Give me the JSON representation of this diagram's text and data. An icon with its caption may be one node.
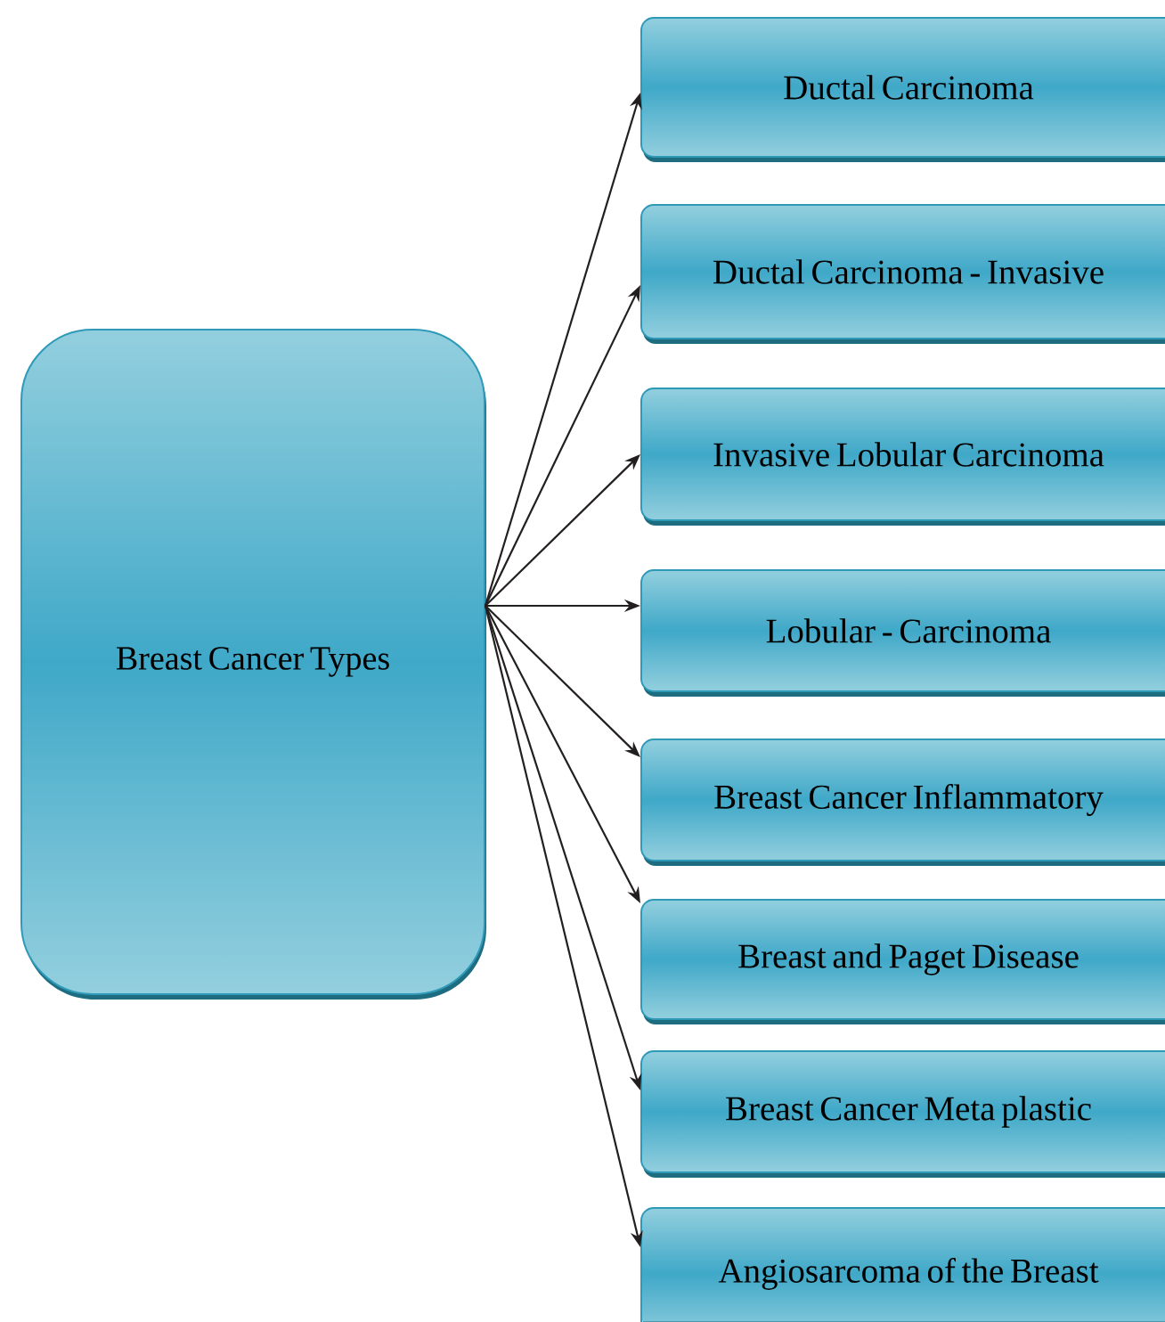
{
  "diagram": {
    "nodes": [
      {
        "text": [
          "Breast Cancer Types"
        ]
      },
      {
        "text": [
          "Ductal Carcinoma"
        ]
      },
      {
        "text": [
          "Ductal Carcinoma - Invasive"
        ]
      },
      {
        "text": [
          "Invasive Lobular Carcinoma"
        ]
      },
      {
        "text": [
          "Lobular - Carcinoma"
        ]
      },
      {
        "text": [
          "Breast Cancer Inflammatory"
        ]
      },
      {
        "text": [
          "Breast and Paget Disease"
        ]
      },
      {
        "text": [
          "Breast Cancer Meta plastic"
        ]
      },
      {
        "text": [
          "Angiosarcoma of the Breast"
        ]
      }
    ],
    "edges": [
      {
        "from": 0,
        "to": 1,
        "arrow": "to"
      },
      {
        "from": 0,
        "to": 2,
        "arrow": "to"
      },
      {
        "from": 0,
        "to": 3,
        "arrow": "to"
      },
      {
        "from": 0,
        "to": 4,
        "arrow": "to"
      },
      {
        "from": 0,
        "to": 5,
        "arrow": "to"
      },
      {
        "from": 0,
        "to": 6,
        "arrow": "to"
      },
      {
        "from": 0,
        "to": 7,
        "arrow": "to"
      },
      {
        "from": 0,
        "to": 8,
        "arrow": "to"
      }
    ]
  }
}
